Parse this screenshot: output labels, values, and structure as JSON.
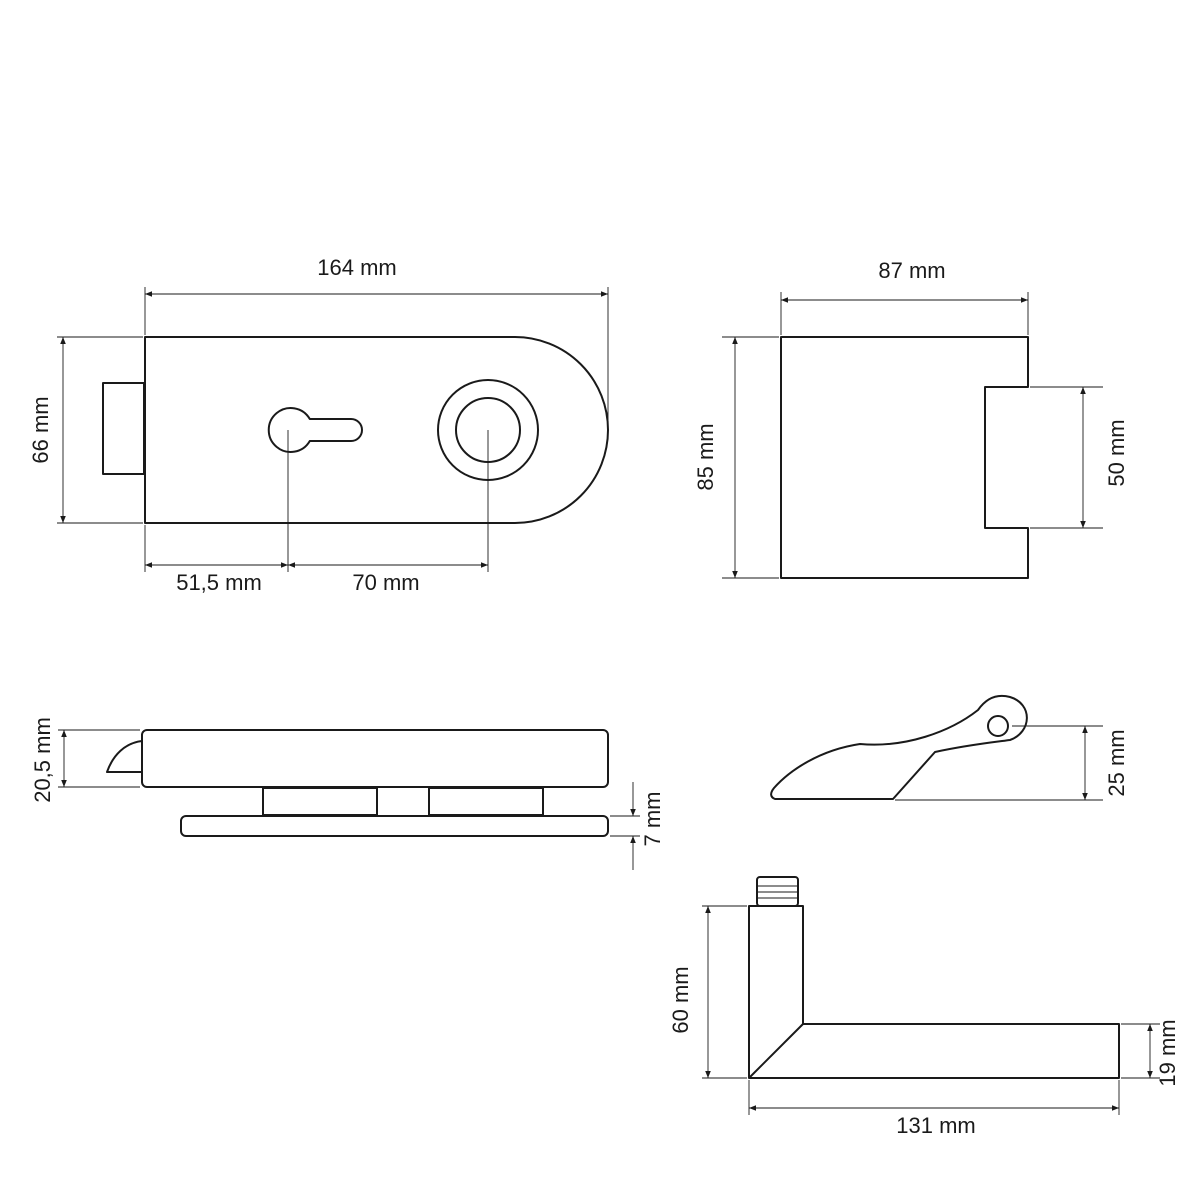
{
  "colors": {
    "line": "#1a1a1a",
    "background": "#ffffff"
  },
  "lock_front": {
    "width": "164 mm",
    "height": "66 mm",
    "keyhole_offset": "51,5 mm",
    "spindle_spacing": "70 mm"
  },
  "strike_plate": {
    "width": "87 mm",
    "height": "85 mm",
    "recess_height": "50 mm"
  },
  "lock_side": {
    "body_thickness": "20,5 mm",
    "base_thickness": "7 mm"
  },
  "latch": {
    "height": "25 mm"
  },
  "lever_handle": {
    "rose_height": "60 mm",
    "length": "131 mm",
    "lever_thickness": "19 mm"
  }
}
